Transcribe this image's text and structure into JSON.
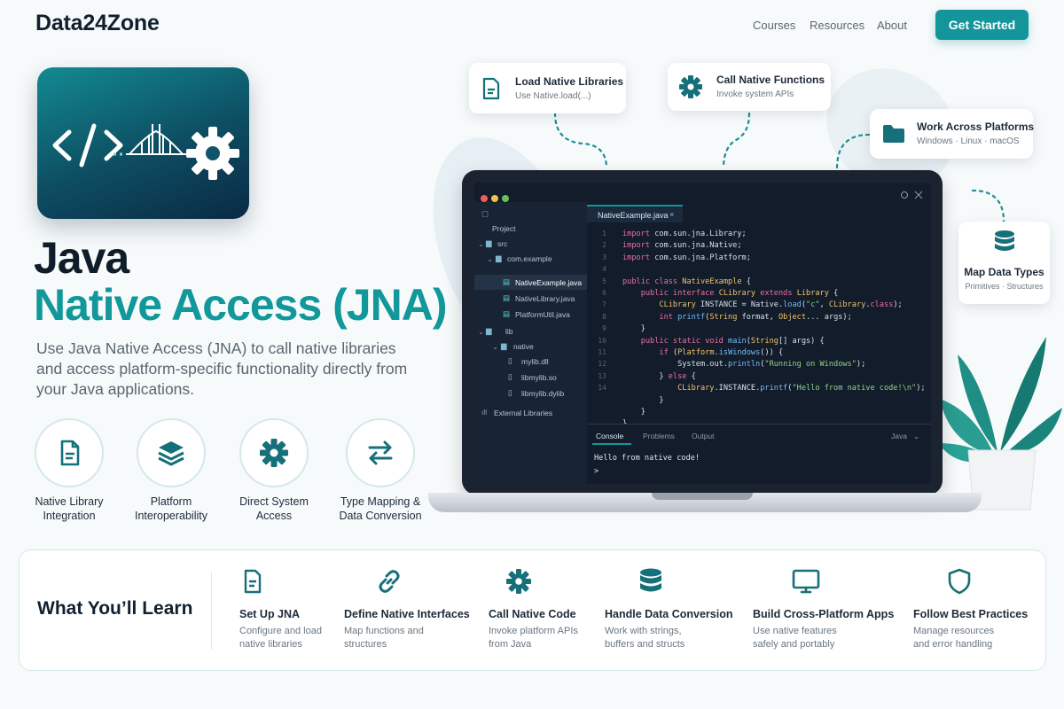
{
  "nav": {
    "brand": "Data24Zone",
    "links": [
      "Courses",
      "Resources",
      "About"
    ],
    "cta": "Get Started"
  },
  "hero": {
    "title_line1": "Java",
    "title_line2": "Native Access (JNA)",
    "description": "Use Java Native Access (JNA) to call native libraries and access platform-specific functionality directly from your Java applications."
  },
  "features": [
    {
      "label": "Native Library Integration",
      "icon": "document-icon"
    },
    {
      "label": "Platform Interoperability",
      "icon": "layers-icon"
    },
    {
      "label": "Direct System Access",
      "icon": "gear-icon"
    },
    {
      "label": "Type Mapping & Data Conversion",
      "icon": "swap-arrows-icon"
    }
  ],
  "callouts": [
    {
      "title": "Load Native Libraries",
      "subtitle": "Use Native.load(...)",
      "icon": "document-icon"
    },
    {
      "title": "Call Native Functions",
      "subtitle": "Invoke system APIs",
      "icon": "gear-icon"
    },
    {
      "title": "Work Across Platforms",
      "subtitle": "Windows · Linux · macOS",
      "icon": "folder-icon"
    },
    {
      "title": "Map Data Types",
      "subtitle": "Primitives · Structures",
      "icon": "database-icon"
    }
  ],
  "ide": {
    "sidebar": {
      "header": "Project",
      "items": [
        "src",
        "com.example",
        "NativeExample.java",
        "NativeLibrary.java",
        "PlatformUtil.java",
        "lib",
        "native",
        "mylib.dll",
        "libmylib.so",
        "libmylib.dylib",
        "External Libraries"
      ]
    },
    "tab": "NativeExample.java",
    "line_numbers": [
      "1",
      "2",
      "3",
      "4",
      "5",
      "6",
      "7",
      "8",
      "9",
      "10",
      "11",
      "12",
      "13",
      "14"
    ],
    "console_tabs": [
      "Console",
      "Problems",
      "Output"
    ],
    "language": "Java",
    "console_output": "Hello from native code!",
    "prompt": ">"
  },
  "learn": {
    "title": "What You’ll Learn",
    "items": [
      {
        "title": "Set Up JNA",
        "line1": "Configure and load",
        "line2": "native libraries",
        "icon": "document-icon"
      },
      {
        "title": "Define Native Interfaces",
        "line1": "Map functions and",
        "line2": "structures",
        "icon": "link-icon"
      },
      {
        "title": "Call Native Code",
        "line1": "Invoke platform APIs",
        "line2": "from Java",
        "icon": "gear-icon"
      },
      {
        "title": "Handle Data Conversion",
        "line1": "Work with strings,",
        "line2": "buffers and structs",
        "icon": "database-icon"
      },
      {
        "title": "Build Cross-Platform Apps",
        "line1": "Use native features",
        "line2": "safely and portably",
        "icon": "monitor-icon"
      },
      {
        "title": "Follow Best Practices",
        "line1": "Manage resources",
        "line2": "and error handling",
        "icon": "shield-icon"
      }
    ]
  },
  "colors": {
    "accent": "#14959a",
    "dark": "#0f1c2a",
    "editor_bg": "#121c2b"
  }
}
